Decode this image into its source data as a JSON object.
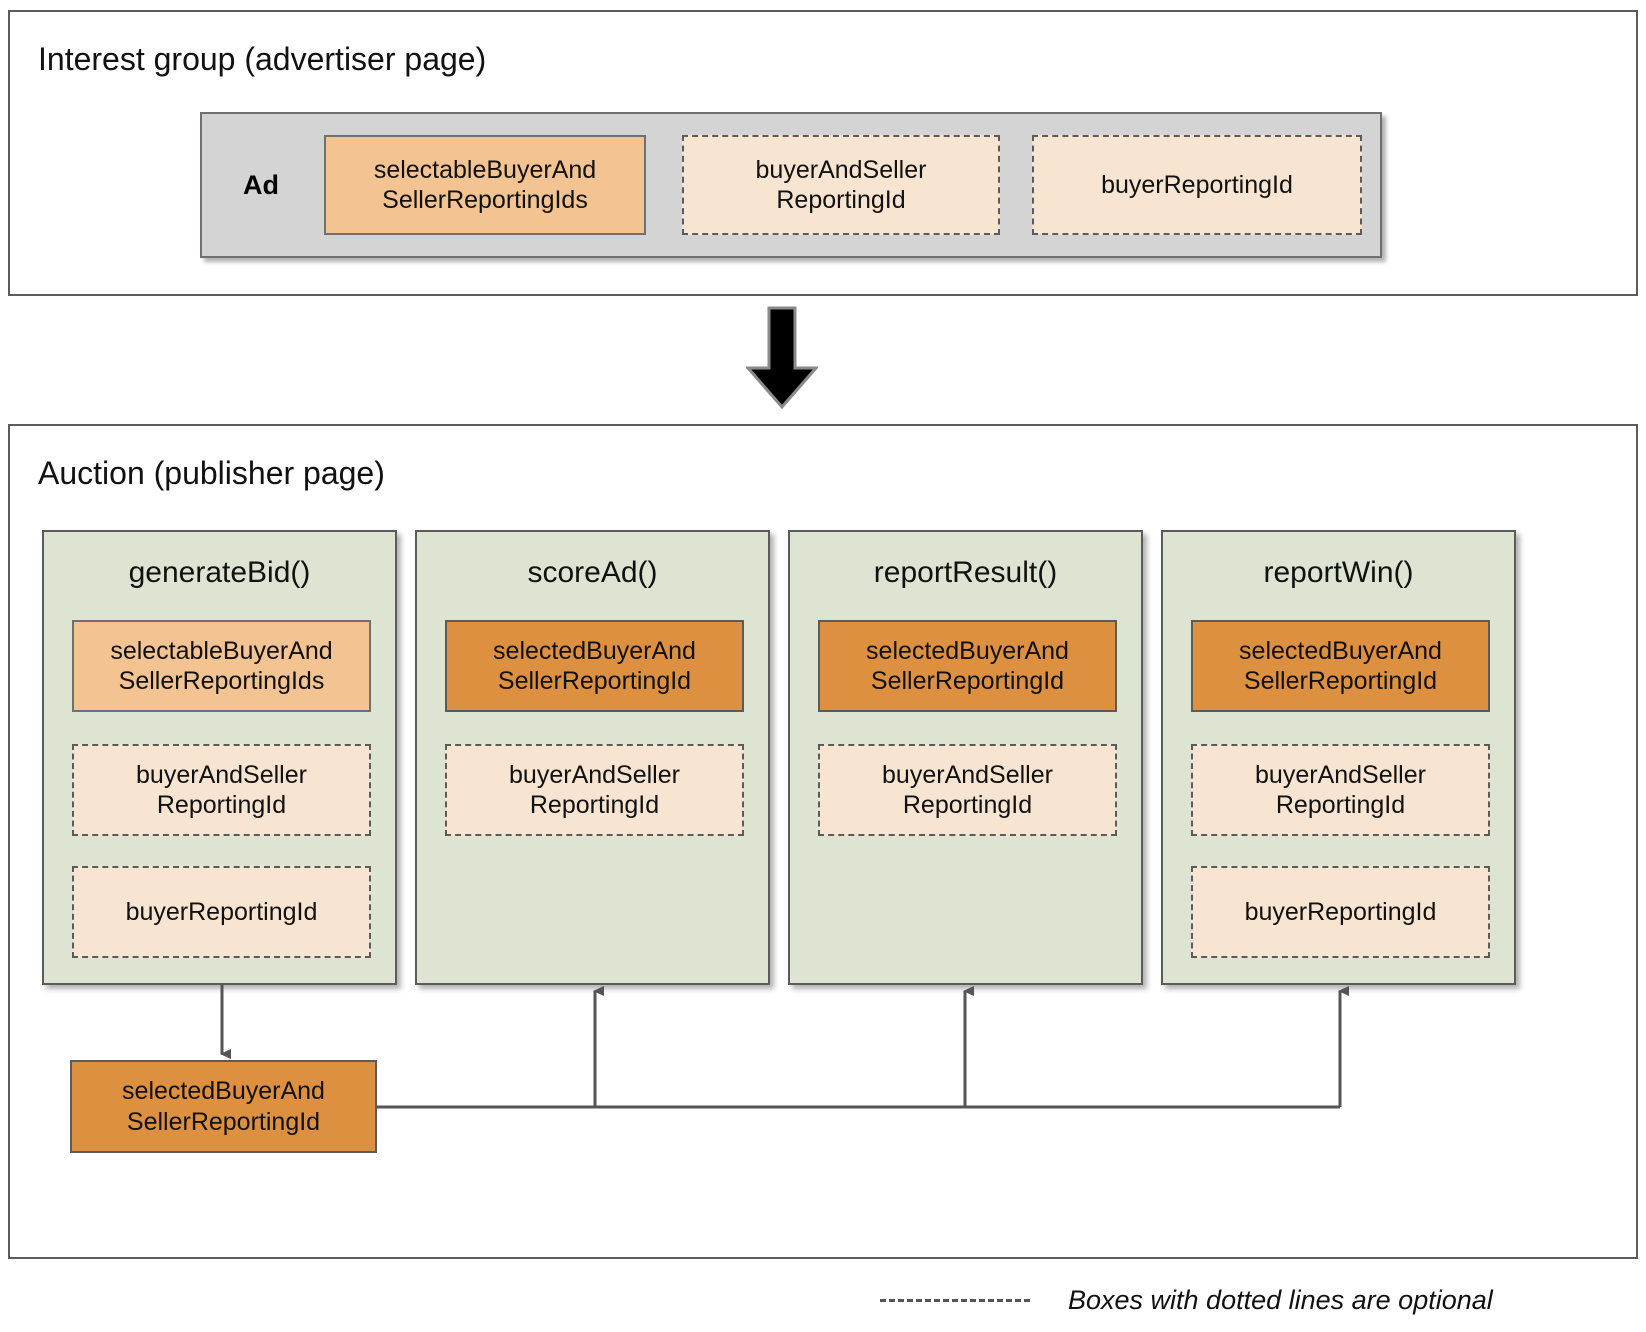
{
  "diagram": {
    "colors": {
      "panel_border": "#5b5b5b",
      "ad_strip_bg": "#d4d4d4",
      "token_light_orange": "#f3c392",
      "token_dark_orange": "#dd9040",
      "token_pale_peach": "#f8e5d1",
      "function_panel_green": "#dde5d2"
    }
  },
  "interest_group": {
    "title": "Interest group (advertiser page)",
    "ad_label": "Ad",
    "tokens": [
      {
        "label": "selectableBuyerAnd\nSellerReportingIds",
        "style": "solid-light",
        "optional": false
      },
      {
        "label": "buyerAndSeller\nReportingId",
        "style": "dashed",
        "optional": true
      },
      {
        "label": "buyerReportingId",
        "style": "dashed",
        "optional": true
      }
    ]
  },
  "flow_arrow": {
    "direction": "down",
    "icon": "down-arrow-icon"
  },
  "auction": {
    "title": "Auction (publisher page)",
    "columns": [
      {
        "name": "generateBid()",
        "tokens": [
          {
            "label": "selectableBuyerAnd\nSellerReportingIds",
            "style": "solid-light",
            "optional": false
          },
          {
            "label": "buyerAndSeller\nReportingId",
            "style": "dashed",
            "optional": true
          },
          {
            "label": "buyerReportingId",
            "style": "dashed",
            "optional": true
          }
        ]
      },
      {
        "name": "scoreAd()",
        "tokens": [
          {
            "label": "selectedBuyerAnd\nSellerReportingId",
            "style": "solid-dark",
            "optional": false
          },
          {
            "label": "buyerAndSeller\nReportingId",
            "style": "dashed",
            "optional": true
          }
        ]
      },
      {
        "name": "reportResult()",
        "tokens": [
          {
            "label": "selectedBuyerAnd\nSellerReportingId",
            "style": "solid-dark",
            "optional": false
          },
          {
            "label": "buyerAndSeller\nReportingId",
            "style": "dashed",
            "optional": true
          }
        ]
      },
      {
        "name": "reportWin()",
        "tokens": [
          {
            "label": "selectedBuyerAnd\nSellerReportingId",
            "style": "solid-dark",
            "optional": false
          },
          {
            "label": "buyerAndSeller\nReportingId",
            "style": "dashed",
            "optional": true
          },
          {
            "label": "buyerReportingId",
            "style": "dashed",
            "optional": true
          }
        ]
      }
    ],
    "result_box": {
      "label": "selectedBuyerAnd\nSellerReportingId",
      "style": "solid-dark"
    }
  },
  "legend": {
    "text": "Boxes with dotted lines are optional"
  }
}
